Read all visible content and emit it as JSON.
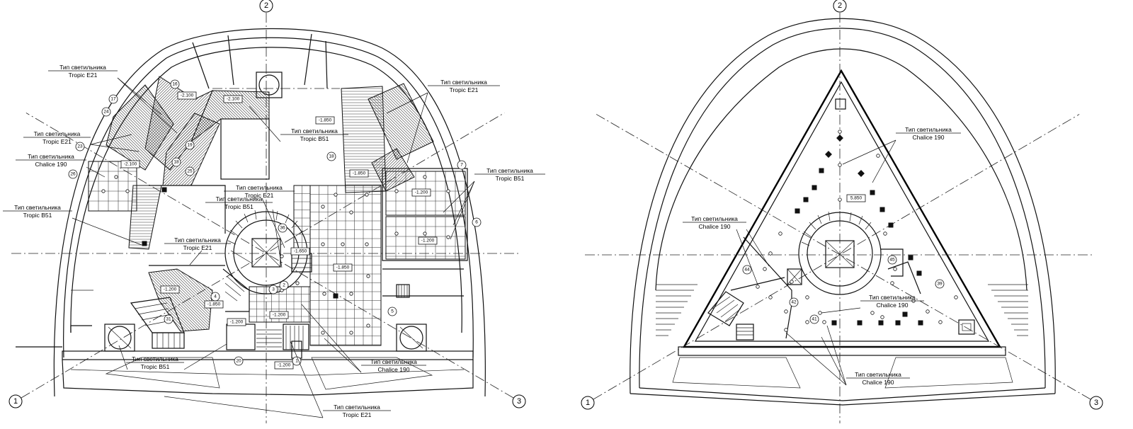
{
  "axes": [
    "1",
    "2",
    "3"
  ],
  "fixture_label": "Тип светильника",
  "fixtures": {
    "tropic_e21": "Tropic E21",
    "tropic_b51": "Tropic B51",
    "chalice_190": "Chalice 190"
  },
  "left_plan": {
    "callouts": [
      {
        "type": "tropic_e21"
      },
      {
        "type": "tropic_e21"
      },
      {
        "type": "chalice_190"
      },
      {
        "type": "tropic_b51"
      },
      {
        "type": "tropic_e21"
      },
      {
        "type": "tropic_b51"
      },
      {
        "type": "tropic_e21"
      },
      {
        "type": "tropic_b51"
      },
      {
        "type": "tropic_e21"
      },
      {
        "type": "tropic_b51"
      },
      {
        "type": "tropic_b51"
      },
      {
        "type": "chalice_190"
      },
      {
        "type": "tropic_e21"
      }
    ],
    "room_numbers": [
      "16",
      "17",
      "24",
      "23",
      "26",
      "19",
      "18",
      "25",
      "18",
      "7",
      "6",
      "36",
      "2",
      "3",
      "4",
      "31",
      "5",
      "20",
      "1"
    ],
    "levels": [
      "-2.100",
      "-2.100",
      "-2.100",
      "-1.850",
      "-1.850",
      "-1.200",
      "-1.200",
      "-1.650",
      "-1.850",
      "-1.200",
      "-1.850",
      "-1.200",
      "-1.200"
    ]
  },
  "right_plan": {
    "callouts": [
      {
        "type": "chalice_190"
      },
      {
        "type": "chalice_190"
      },
      {
        "type": "chalice_190"
      },
      {
        "type": "chalice_190"
      }
    ],
    "room_numbers": [
      "44",
      "45",
      "39",
      "42",
      "41"
    ],
    "levels": [
      "5.850"
    ]
  }
}
